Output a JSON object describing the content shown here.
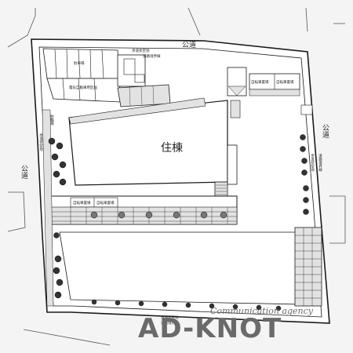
{
  "labels": {
    "road_north": "公道",
    "road_west": "公道",
    "road_east": "公道",
    "building": "住棟",
    "parking": "駐車場",
    "ev_parking": "電気自動車用区画",
    "bicycle_1": "自転車置場",
    "bicycle_2": "自転車置場",
    "bicycle_3": "自転車置場",
    "bicycle_4": "自転車置場",
    "vertical_label_1": "駐輪場",
    "vertical_label_2": "歩道状空地",
    "vertical_label_3": "歩道状空地",
    "vertical_label_4": "道路境界線",
    "top_small_1": "歩道状空地",
    "top_small_2": "道路境界線",
    "bottom_small_1": "歩道状空地",
    "bottom_small_2": "道路境界線"
  },
  "watermark": {
    "name": "AD-KNOT",
    "tagline": "Communication agency"
  },
  "colors": {
    "background": "#f4f4f4",
    "line": "#1a1a1a",
    "pavement": "#e2e2e2",
    "watermark": "#6a6a6a"
  }
}
